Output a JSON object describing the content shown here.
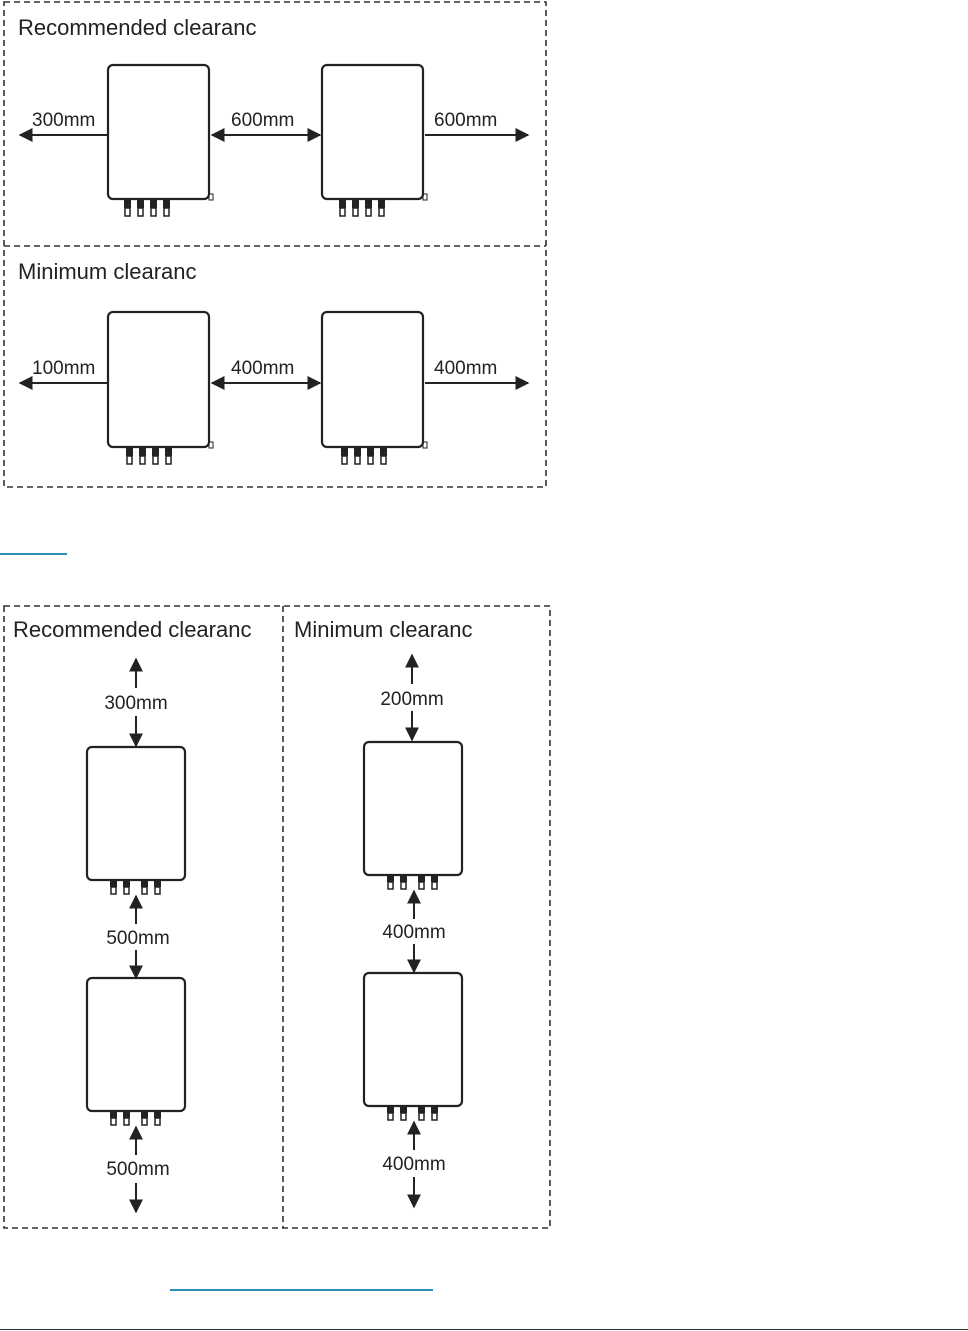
{
  "colors": {
    "stroke": "#222222",
    "text": "#222222",
    "link": "#2a8fb8",
    "frame_border": "#333333"
  },
  "horizontal_panel": {
    "sections": [
      {
        "title": "Recommended clearanc",
        "left": "300mm",
        "between": "600mm",
        "right": "600mm"
      },
      {
        "title": "Minimum clearanc",
        "left": "100mm",
        "between": "400mm",
        "right": "400mm"
      }
    ]
  },
  "vertical_panel": {
    "columns": [
      {
        "title": "Recommended clearanc",
        "top": "300mm",
        "between": "500mm",
        "bottom": "500mm"
      },
      {
        "title": "Minimum clearanc",
        "top": "200mm",
        "between": "400mm",
        "bottom": "400mm"
      }
    ]
  }
}
